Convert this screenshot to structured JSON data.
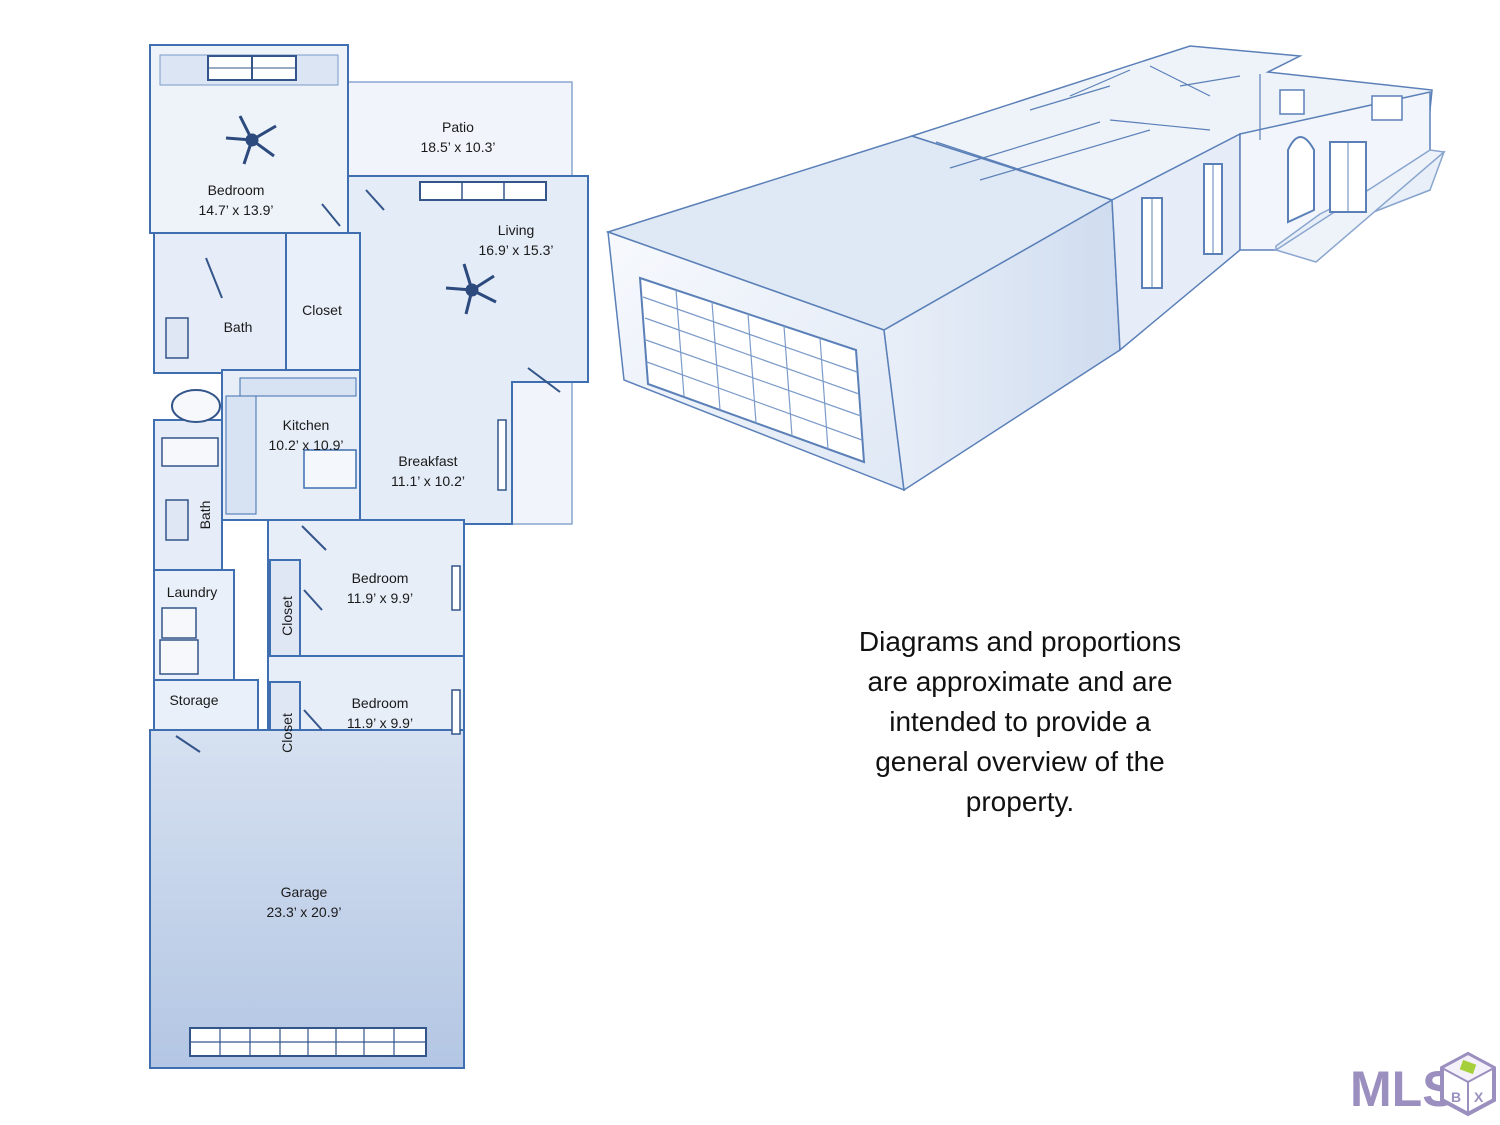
{
  "rooms": {
    "patio": {
      "name": "Patio",
      "dims": "18.5’ x 10.3’"
    },
    "master_bedroom": {
      "name": "Bedroom",
      "dims": "14.7’ x 13.9’"
    },
    "living": {
      "name": "Living",
      "dims": "16.9’ x 15.3’"
    },
    "master_bath": {
      "name": "Bath"
    },
    "master_closet": {
      "name": "Closet"
    },
    "kitchen": {
      "name": "Kitchen",
      "dims": "10.2’ x 10.9’"
    },
    "breakfast": {
      "name": "Breakfast",
      "dims": "11.1’ x 10.2’"
    },
    "hall_bath": {
      "name": "Bath"
    },
    "laundry": {
      "name": "Laundry"
    },
    "bedroom2": {
      "name": "Bedroom",
      "dims": "11.9’ x 9.9’"
    },
    "closet2": {
      "name": "Closet"
    },
    "storage": {
      "name": "Storage"
    },
    "bedroom3": {
      "name": "Bedroom",
      "dims": "11.9’ x 9.9’"
    },
    "closet3": {
      "name": "Closet"
    },
    "garage": {
      "name": "Garage",
      "dims": "23.3’ x 20.9’"
    }
  },
  "disclaimer": {
    "line1": "Diagrams and proportions",
    "line2": "are approximate and are",
    "line3": "intended to provide a",
    "line4": "general overview of the",
    "line5": "property."
  },
  "logo": {
    "text": "MLS",
    "box_letters": "BOX"
  },
  "colors": {
    "wall": "#3f6fb0",
    "floor": "#e7eef8",
    "garage_floor": "#c9d7ec",
    "logo_purple": "#9b8fbf",
    "logo_green": "#a6cf3c"
  }
}
